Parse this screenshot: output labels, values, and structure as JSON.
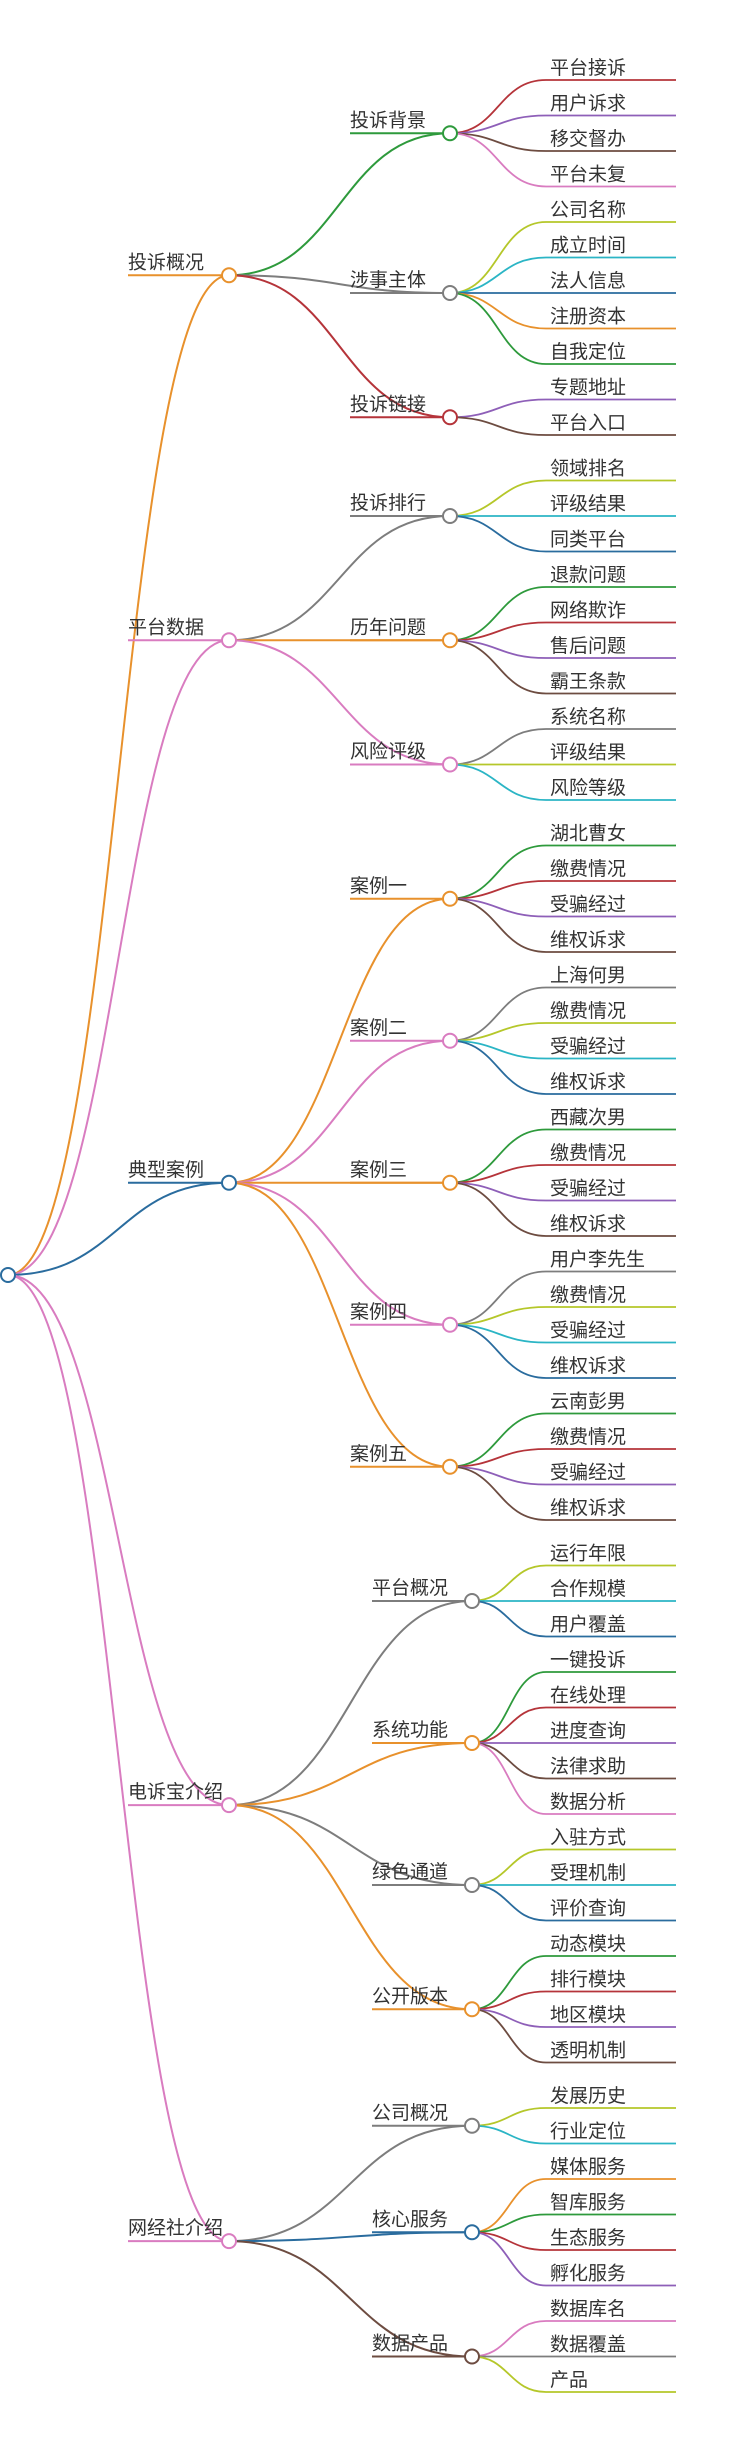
{
  "chart_data": {
    "type": "mindmap",
    "root": "",
    "children": [
      {
        "label": "投诉概况",
        "color": "#e8912c",
        "children": [
          {
            "label": "投诉背景",
            "color": "#2e9a3c",
            "children": [
              {
                "label": "平台接诉",
                "color": "#b5343a"
              },
              {
                "label": "用户诉求",
                "color": "#8e5fb8"
              },
              {
                "label": "移交督办",
                "color": "#6d4c41"
              },
              {
                "label": "平台未复",
                "color": "#d97cc0"
              }
            ]
          },
          {
            "label": "涉事主体",
            "color": "#7d7d7d",
            "children": [
              {
                "label": "公司名称",
                "color": "#b5c72a"
              },
              {
                "label": "成立时间",
                "color": "#2bb5c5"
              },
              {
                "label": "法人信息",
                "color": "#2a6c9e"
              },
              {
                "label": "注册资本",
                "color": "#e8912c"
              },
              {
                "label": "自我定位",
                "color": "#2e9a3c"
              }
            ]
          },
          {
            "label": "投诉链接",
            "color": "#b5343a",
            "children": [
              {
                "label": "专题地址",
                "color": "#8e5fb8"
              },
              {
                "label": "平台入口",
                "color": "#6d4c41"
              }
            ]
          }
        ]
      },
      {
        "label": "平台数据",
        "color": "#d97cc0",
        "children": [
          {
            "label": "投诉排行",
            "color": "#7d7d7d",
            "children": [
              {
                "label": "领域排名",
                "color": "#b5c72a"
              },
              {
                "label": "评级结果",
                "color": "#2bb5c5"
              },
              {
                "label": "同类平台",
                "color": "#2a6c9e"
              }
            ]
          },
          {
            "label": "历年问题",
            "color": "#e8912c",
            "children": [
              {
                "label": "退款问题",
                "color": "#2e9a3c"
              },
              {
                "label": "网络欺诈",
                "color": "#b5343a"
              },
              {
                "label": "售后问题",
                "color": "#8e5fb8"
              },
              {
                "label": "霸王条款",
                "color": "#6d4c41"
              }
            ]
          },
          {
            "label": "风险评级",
            "color": "#d97cc0",
            "children": [
              {
                "label": "系统名称",
                "color": "#7d7d7d"
              },
              {
                "label": "评级结果",
                "color": "#b5c72a"
              },
              {
                "label": "风险等级",
                "color": "#2bb5c5"
              }
            ]
          }
        ]
      },
      {
        "label": "典型案例",
        "color": "#2a6c9e",
        "children": [
          {
            "label": "案例一",
            "color": "#e8912c",
            "children": [
              {
                "label": "湖北曹女",
                "color": "#2e9a3c"
              },
              {
                "label": "缴费情况",
                "color": "#b5343a"
              },
              {
                "label": "受骗经过",
                "color": "#8e5fb8"
              },
              {
                "label": "维权诉求",
                "color": "#6d4c41"
              }
            ]
          },
          {
            "label": "案例二",
            "color": "#d97cc0",
            "children": [
              {
                "label": "上海何男",
                "color": "#7d7d7d"
              },
              {
                "label": "缴费情况",
                "color": "#b5c72a"
              },
              {
                "label": "受骗经过",
                "color": "#2bb5c5"
              },
              {
                "label": "维权诉求",
                "color": "#2a6c9e"
              }
            ]
          },
          {
            "label": "案例三",
            "color": "#e8912c",
            "children": [
              {
                "label": "西藏次男",
                "color": "#2e9a3c"
              },
              {
                "label": "缴费情况",
                "color": "#b5343a"
              },
              {
                "label": "受骗经过",
                "color": "#8e5fb8"
              },
              {
                "label": "维权诉求",
                "color": "#6d4c41"
              }
            ]
          },
          {
            "label": "案例四",
            "color": "#d97cc0",
            "children": [
              {
                "label": "用户李先生",
                "color": "#7d7d7d"
              },
              {
                "label": "缴费情况",
                "color": "#b5c72a"
              },
              {
                "label": "受骗经过",
                "color": "#2bb5c5"
              },
              {
                "label": "维权诉求",
                "color": "#2a6c9e"
              }
            ]
          },
          {
            "label": "案例五",
            "color": "#e8912c",
            "children": [
              {
                "label": "云南彭男",
                "color": "#2e9a3c"
              },
              {
                "label": "缴费情况",
                "color": "#b5343a"
              },
              {
                "label": "受骗经过",
                "color": "#8e5fb8"
              },
              {
                "label": "维权诉求",
                "color": "#6d4c41"
              }
            ]
          }
        ]
      },
      {
        "label": "电诉宝介绍",
        "color": "#d97cc0",
        "children": [
          {
            "label": "平台概况",
            "color": "#7d7d7d",
            "children": [
              {
                "label": "运行年限",
                "color": "#b5c72a"
              },
              {
                "label": "合作规模",
                "color": "#2bb5c5"
              },
              {
                "label": "用户覆盖",
                "color": "#2a6c9e"
              }
            ]
          },
          {
            "label": "系统功能",
            "color": "#e8912c",
            "children": [
              {
                "label": "一键投诉",
                "color": "#2e9a3c"
              },
              {
                "label": "在线处理",
                "color": "#b5343a"
              },
              {
                "label": "进度查询",
                "color": "#8e5fb8"
              },
              {
                "label": "法律求助",
                "color": "#6d4c41"
              },
              {
                "label": "数据分析",
                "color": "#d97cc0"
              }
            ]
          },
          {
            "label": "绿色通道",
            "color": "#7d7d7d",
            "children": [
              {
                "label": "入驻方式",
                "color": "#b5c72a"
              },
              {
                "label": "受理机制",
                "color": "#2bb5c5"
              },
              {
                "label": "评价查询",
                "color": "#2a6c9e"
              }
            ]
          },
          {
            "label": "公开版本",
            "color": "#e8912c",
            "children": [
              {
                "label": "动态模块",
                "color": "#2e9a3c"
              },
              {
                "label": "排行模块",
                "color": "#b5343a"
              },
              {
                "label": "地区模块",
                "color": "#8e5fb8"
              },
              {
                "label": "透明机制",
                "color": "#6d4c41"
              }
            ]
          }
        ]
      },
      {
        "label": "网经社介绍",
        "color": "#d97cc0",
        "children": [
          {
            "label": "公司概况",
            "color": "#7d7d7d",
            "children": [
              {
                "label": "发展历史",
                "color": "#b5c72a"
              },
              {
                "label": "行业定位",
                "color": "#2bb5c5"
              }
            ]
          },
          {
            "label": "核心服务",
            "color": "#2a6c9e",
            "children": [
              {
                "label": "媒体服务",
                "color": "#e8912c"
              },
              {
                "label": "智库服务",
                "color": "#2e9a3c"
              },
              {
                "label": "生态服务",
                "color": "#b5343a"
              },
              {
                "label": "孵化服务",
                "color": "#8e5fb8"
              }
            ]
          },
          {
            "label": "数据产品",
            "color": "#6d4c41",
            "children": [
              {
                "label": "数据库名",
                "color": "#d97cc0"
              },
              {
                "label": "数据覆盖",
                "color": "#7d7d7d"
              },
              {
                "label": "产品",
                "color": "#b5c72a"
              }
            ]
          }
        ]
      }
    ]
  }
}
